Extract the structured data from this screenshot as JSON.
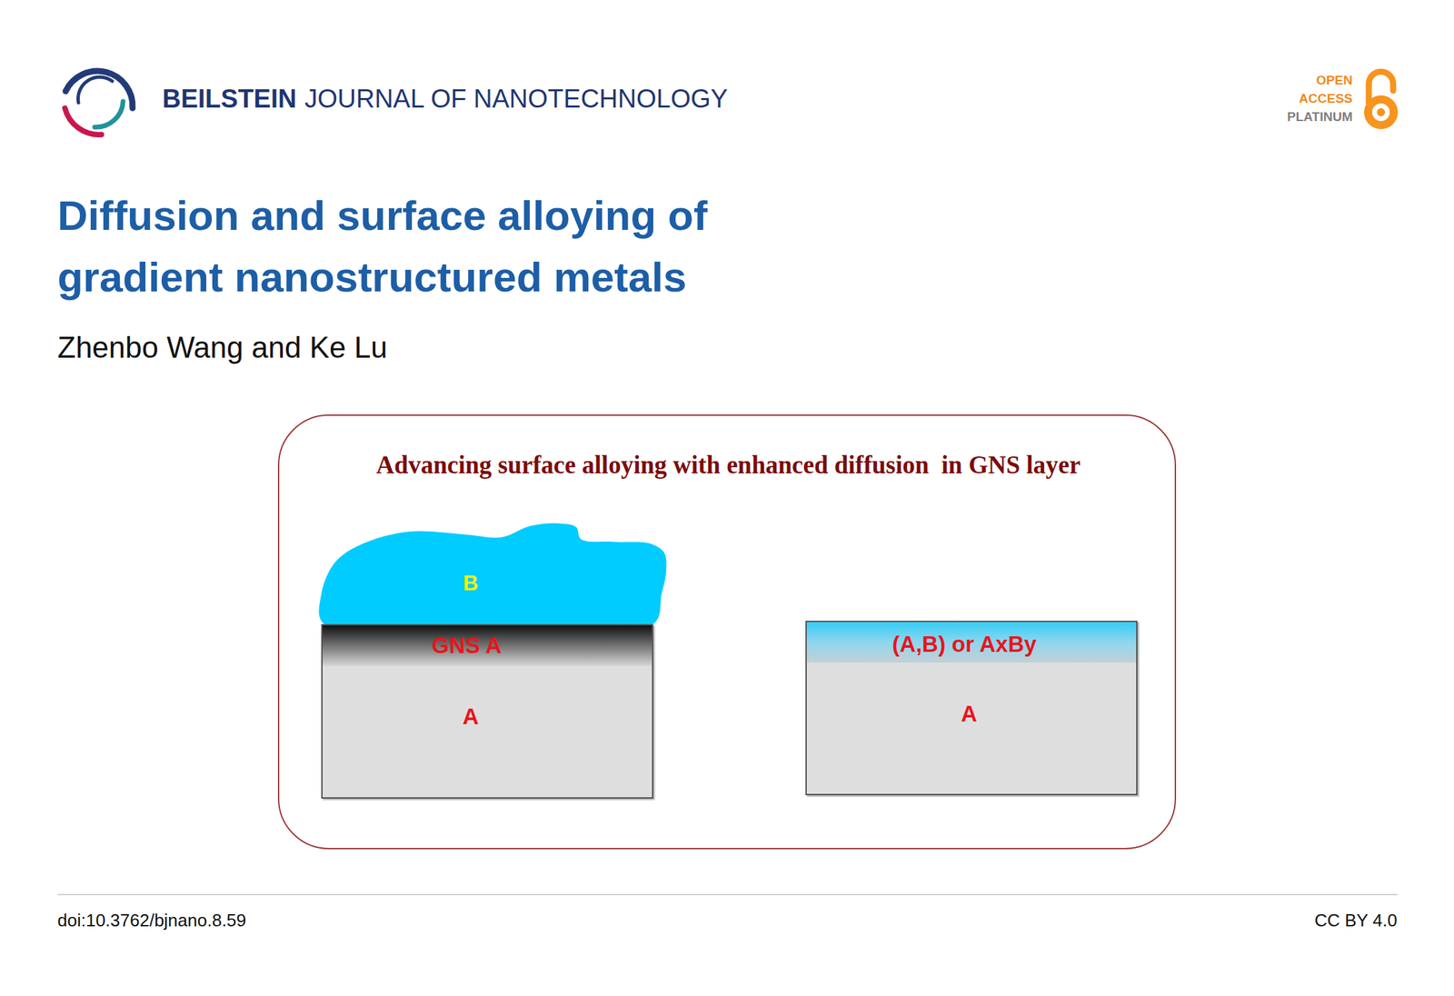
{
  "diagram": {
    "title": "Diffusion and surface alloying of gradient nanostructured metals",
    "nodes": [
      {
        "text": [
          "Advancing surface alloying with enhanced diffusion  in GNS layer"
        ]
      },
      {
        "text": [
          "B"
        ],
        "in": 0
      },
      {
        "text": [
          "GNS A",
          "A"
        ],
        "in": 0
      },
      {
        "text": [
          "(A,B) or AxBy",
          "A"
        ],
        "in": 0
      }
    ],
    "edges": [
      {
        "from": 2,
        "to": 3,
        "arrow": "to"
      }
    ],
    "labels": [
      "BEILSTEIN",
      "JOURNAL OF NANOTECHNOLOGY",
      "OPEN",
      "ACCESS",
      "PLATINUM",
      "Zhenbo Wang and Ke Lu",
      "doi:10.3762/bjnano.8.59",
      "CC BY 4.0"
    ]
  }
}
